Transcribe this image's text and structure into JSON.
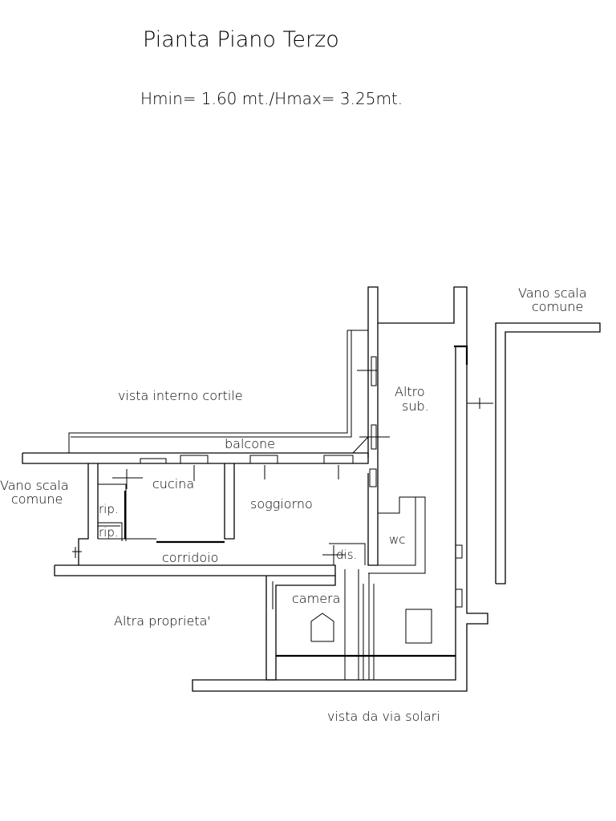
{
  "title": "Pianta Piano Terzo",
  "heights": "Hmin= 1.60 mt./Hmax= 3.25mt.",
  "labels": {
    "vano_scala_right_1": "Vano scala",
    "vano_scala_right_2": "comune",
    "vista_cortile": "vista interno cortile",
    "altro_sub_1": "Altro",
    "altro_sub_2": "sub.",
    "balcone": "balcone",
    "vano_scala_left_1": "Vano scala",
    "vano_scala_left_2": "comune",
    "cucina": "cucina",
    "soggiorno": "soggiorno",
    "rip_1": "rip.",
    "rip_2": "rip.",
    "wc": "wc",
    "dis": "dis.",
    "corridoio": "corridoio",
    "camera": "camera",
    "altra_proprieta": "Altra proprieta'",
    "vista_via": "vista da via solari"
  }
}
